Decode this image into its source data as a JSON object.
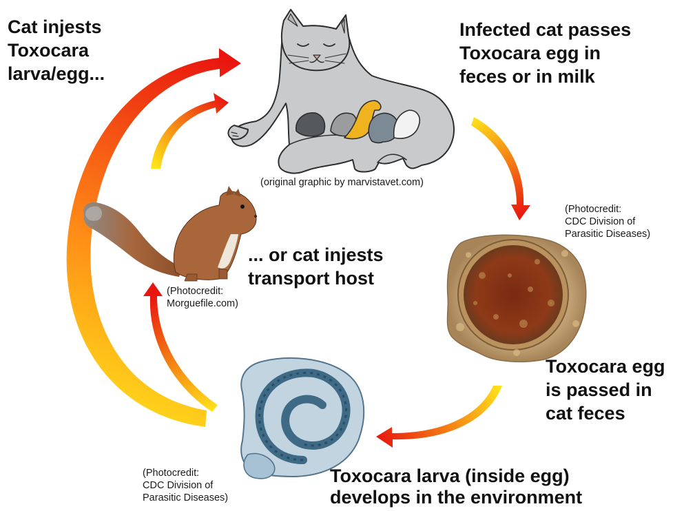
{
  "labels": {
    "cat_ingests": [
      "Cat injests",
      "Toxocara",
      "larva/egg..."
    ],
    "infected_cat": [
      "Infected cat passes",
      "Toxocara egg in",
      "feces or in milk"
    ],
    "transport_host": [
      "... or cat injests",
      "transport host"
    ],
    "egg_passed": [
      "Toxocara egg",
      "is passed in",
      "cat feces"
    ],
    "larva_develops": [
      "Toxocara larva (inside egg)",
      "develops in the environment"
    ]
  },
  "credits": {
    "cat_graphic": [
      "(original graphic by marvistavet.com)"
    ],
    "egg_photo": [
      "(Photocredit:",
      "CDC Division of",
      "Parasitic Diseases)"
    ],
    "squirrel_photo": [
      "(Photocredit:",
      "Morguefile.com)"
    ],
    "larva_photo": [
      "(Photocredit:",
      "CDC Division of",
      "Parasitic Diseases)"
    ]
  },
  "colors": {
    "arrow_dark": "#e8150f",
    "arrow_light": "#ffe21a",
    "cat_fur": "#c9cacc",
    "kitten_yellow": "#f0b320",
    "kitten_gray": "#7c8a95",
    "egg_shell": "#b79a72",
    "egg_core": "#8a3416",
    "squirrel_fur": "#a9663a",
    "larva_blue": "#6d93ad"
  },
  "icons": [
    "cat-illustration",
    "kitten-icons",
    "squirrel-photo",
    "toxocara-egg-photo",
    "toxocara-larva-photo",
    "cycle-arrow-icons"
  ]
}
